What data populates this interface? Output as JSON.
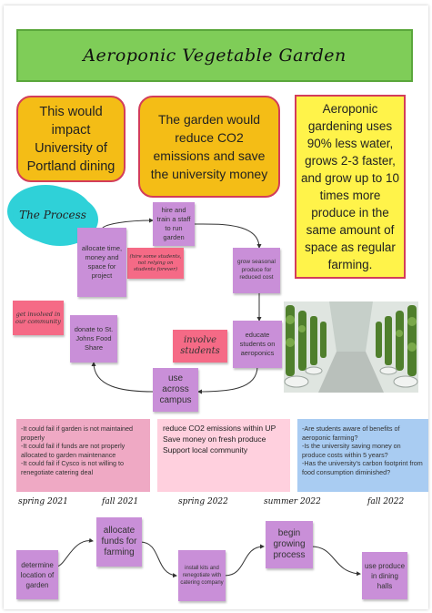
{
  "title": "Aeroponic Vegetable Garden",
  "impact_box": "This would impact University of Portland dining",
  "co2_box": "The garden would reduce CO2 emissions and save the university money",
  "facts_box": "Aeroponic gardening uses 90% less water, grows 2-3 faster, and grow up to 10 times more produce in the same amount of space as regular farming.",
  "process_label": "The Process",
  "cycle": {
    "hire": "hire and train a staff to run garden",
    "grow": "grow seasonal produce for reduced cost",
    "educate": "educate students on aeroponics",
    "use": "use across campus",
    "donate": "donate to St. Johns Food Share",
    "allocate": "allocate time, money and space for project"
  },
  "pink_notes": {
    "staff": "(hire some students, not relying on students forever)",
    "community": "get involved in our community",
    "involve": "involve students"
  },
  "risks": "-It could fail if garden is not maintained properly\n-It could fail if funds are not properly allocated to garden maintenance\n-It could fail if Cysco is not willing to renegotiate catering deal",
  "goals": "reduce CO2 emissions within UP\nSave money on fresh produce\nSupport local community",
  "questions": "-Are students aware of benefits of aeroponic farming?\n-Is the university saving money on produce costs within 5 years?\n-Has the university's carbon footprint from food consumption diminished?",
  "timeline_labels": [
    "spring 2021",
    "fall 2021",
    "spring 2022",
    "summer 2022",
    "fall 2022"
  ],
  "timeline_steps": {
    "determine": "determine location of garden",
    "funds": "allocate funds for farming",
    "install": "install kits and renegotiate with catering company",
    "begin": "begin growing process",
    "dining": "use produce in dining halls"
  },
  "colors": {
    "title_bg": "#7fcd58",
    "box_orange": "#f4bd16",
    "box_yellow": "#fff34a",
    "sticky_purple": "#c98fd8",
    "sticky_pink": "#f56a86",
    "cloud": "#2fd1d8",
    "note_pink": "#efa9c4",
    "note_lightpink": "#ffd0de",
    "note_blue": "#a9ccf2"
  }
}
